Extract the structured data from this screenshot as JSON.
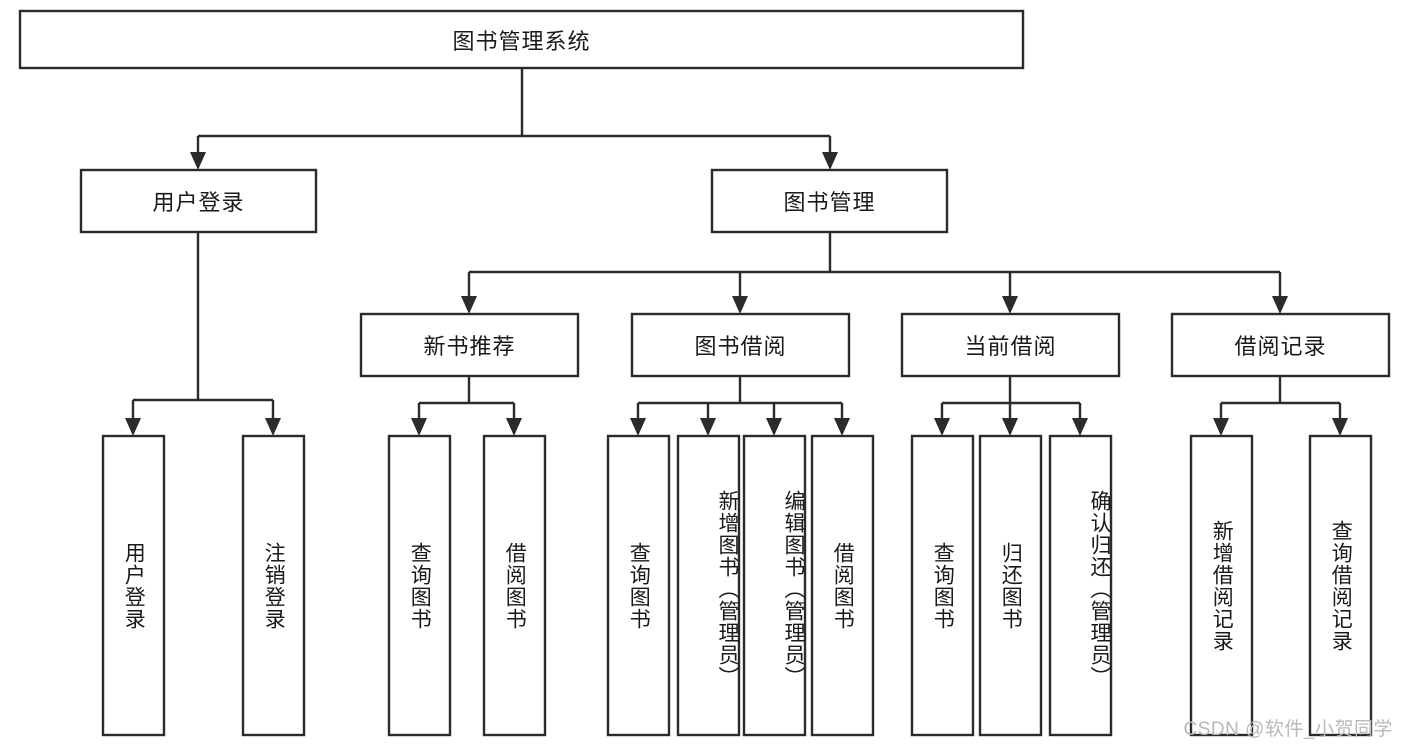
{
  "diagram": {
    "title": "图书管理系统",
    "type": "tree-hierarchy-flowchart",
    "orientation": "top-down",
    "colors": {
      "box_fill": "#ffffff",
      "box_stroke": "#2b2b2b",
      "text": "#1a1a1a",
      "background": "#ffffff",
      "watermark": "#b9b9b9"
    },
    "root": {
      "label": "图书管理系统"
    },
    "level2": [
      {
        "label": "用户登录"
      },
      {
        "label": "图书管理"
      }
    ],
    "level3": [
      {
        "label": "新书推荐"
      },
      {
        "label": "图书借阅"
      },
      {
        "label": "当前借阅"
      },
      {
        "label": "借阅记录"
      }
    ],
    "leaves": {
      "user_login": [
        {
          "label": "用户登录"
        },
        {
          "label": "注销登录"
        }
      ],
      "new_book_recommend": [
        {
          "label": "查询图书"
        },
        {
          "label": "借阅图书"
        }
      ],
      "book_borrow": [
        {
          "label": "查询图书"
        },
        {
          "label": "新增图书（管理员）"
        },
        {
          "label": "编辑图书（管理员）"
        },
        {
          "label": "借阅图书"
        }
      ],
      "current_borrow": [
        {
          "label": "查询图书"
        },
        {
          "label": "归还图书"
        },
        {
          "label": "确认归还（管理员）"
        }
      ],
      "borrow_record": [
        {
          "label": "新增借阅记录"
        },
        {
          "label": "查询借阅记录"
        }
      ]
    }
  },
  "watermark": {
    "text": "CSDN @软件_小贺同学"
  }
}
